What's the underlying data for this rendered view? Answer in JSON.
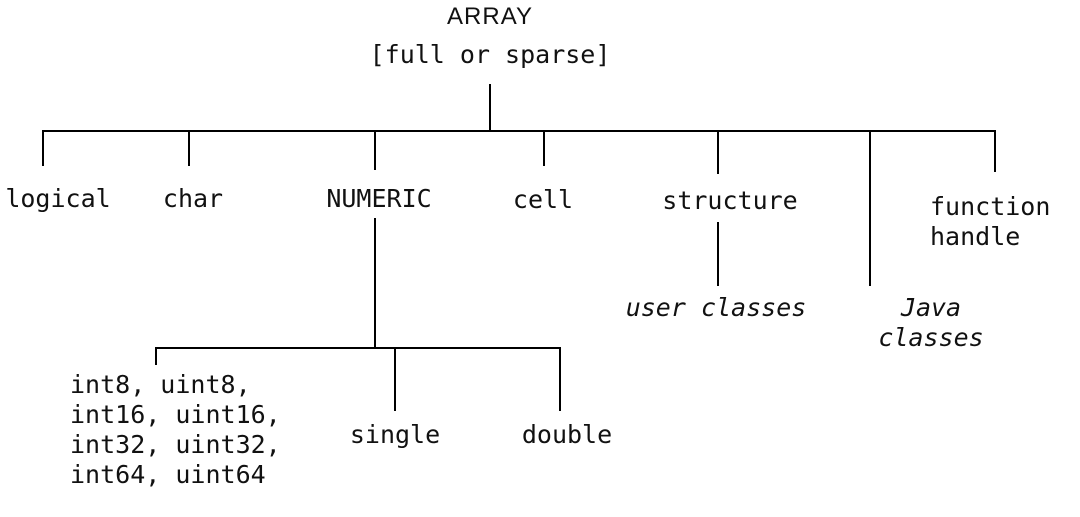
{
  "root": {
    "label": "ARRAY",
    "qualifier": "[full or sparse]"
  },
  "level1": {
    "logical": "logical",
    "char": "char",
    "numeric": "NUMERIC",
    "cell": "cell",
    "structure": "structure",
    "function_handle": "function\nhandle"
  },
  "level2": {
    "user_classes": "user classes",
    "java_classes": "Java classes",
    "integer_types": "int8, uint8,\nint16, uint16,\nint32, uint32,\nint64, uint64",
    "single": "single",
    "double": "double"
  },
  "colors": {
    "line": "#000000",
    "text": "#111111",
    "background": "#ffffff"
  }
}
